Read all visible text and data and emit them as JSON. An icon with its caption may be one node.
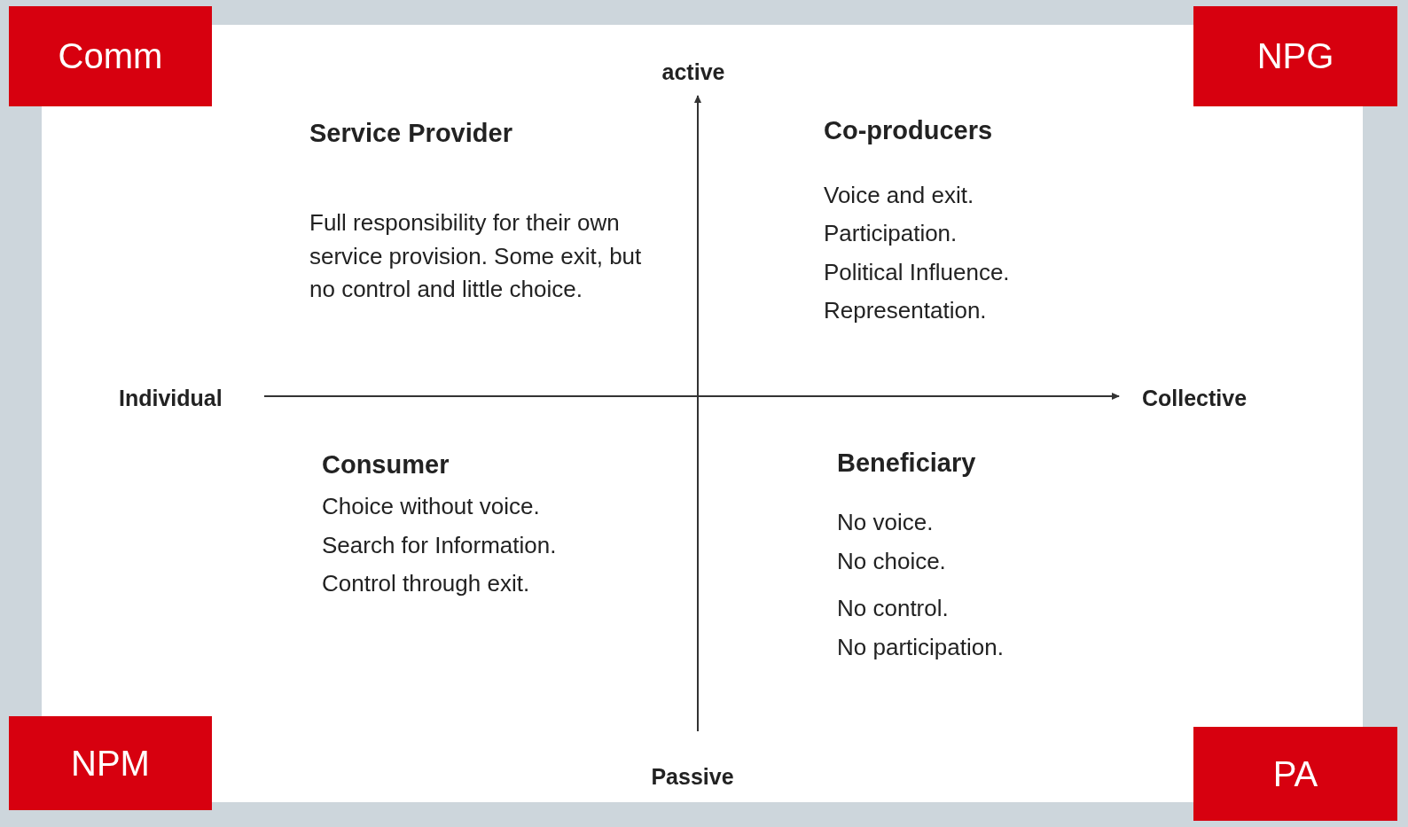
{
  "diagram": {
    "nodes": [
      {
        "text": [
          "Comm"
        ]
      },
      {
        "text": [
          "NPG"
        ]
      },
      {
        "text": [
          "NPM"
        ]
      },
      {
        "text": [
          "PA"
        ]
      }
    ],
    "labels": [
      "active",
      "Service Provider",
      "Full responsibility for their own service provision. Some exit, but no control and little choice.",
      "Co-producers",
      "Voice and exit.",
      "Participation.",
      "Political Influence.",
      "Representation.",
      "Individual",
      "Collective",
      "Consumer",
      "Choice without voice.",
      "Search for Information.",
      "Control through exit.",
      "Beneficiary",
      "No voice.",
      "No choice.",
      "No control.",
      "No participation.",
      "Passive"
    ]
  }
}
